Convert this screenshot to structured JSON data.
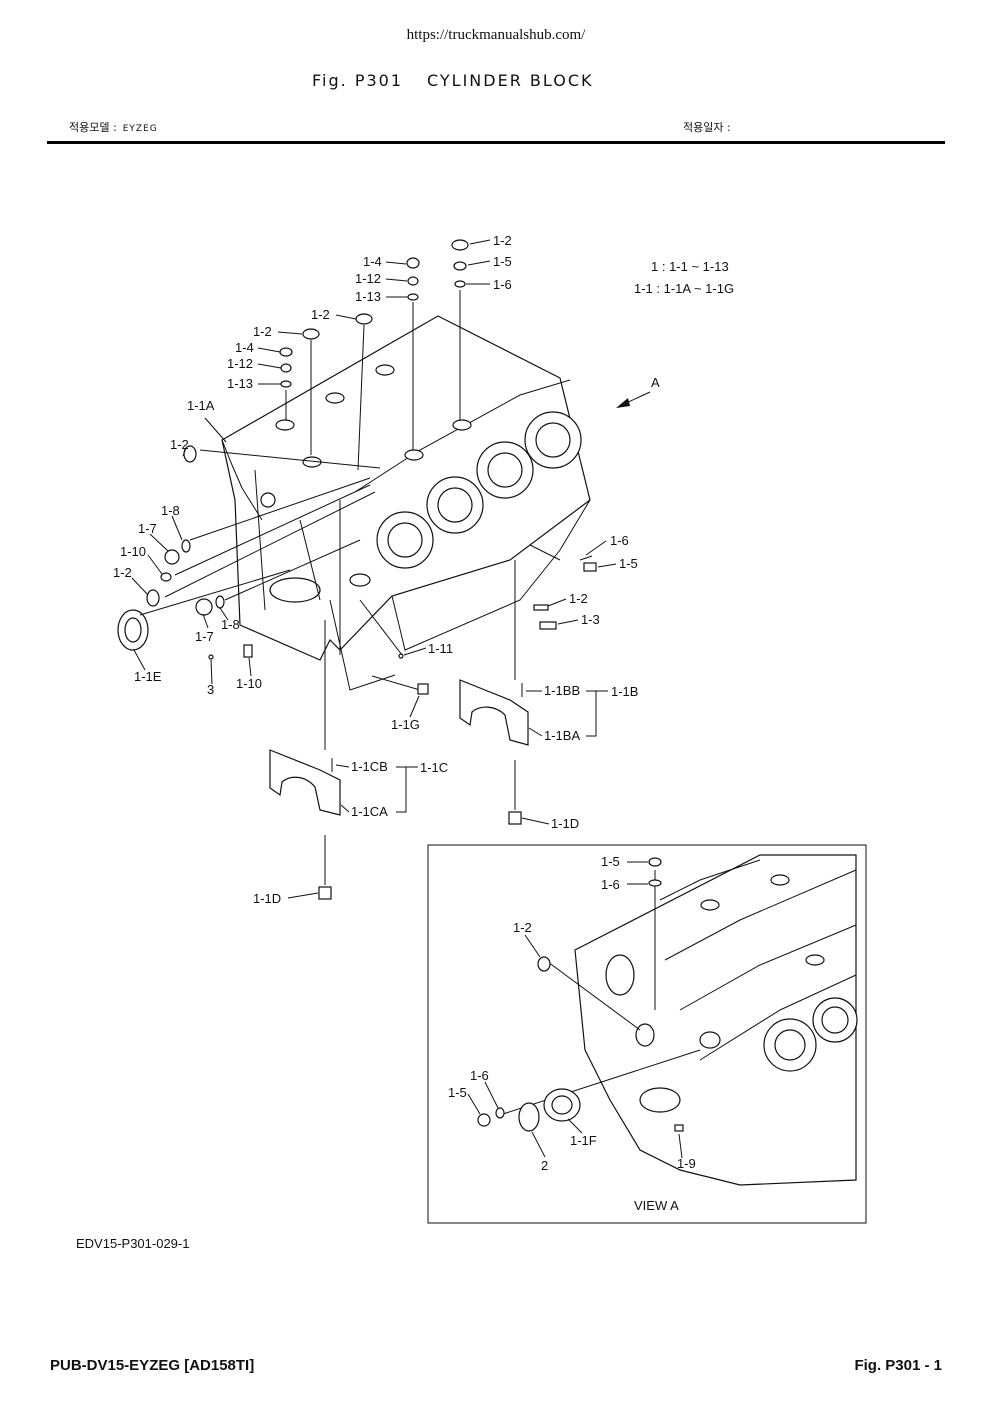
{
  "header": {
    "url": "https://truckmanualshub.com/",
    "fig_number": "Fig. P301",
    "fig_title": "CYLINDER BLOCK",
    "model_label": "적용모델 :",
    "model_value": "EYZEG",
    "date_label": "적용일자 :"
  },
  "diagram": {
    "legend_line1": "1  : 1-1 ~ 1-13",
    "legend_line2": "1-1   : 1-1A ~ 1-1G",
    "view_arrow_label": "A",
    "view_box_title": "VIEW A",
    "callouts": {
      "c1": "1-2",
      "c2": "1-5",
      "c3": "1-6",
      "c4": "1-4",
      "c5": "1-12",
      "c6": "1-13",
      "c7": "1-2",
      "c8": "1-2",
      "c9": "1-4",
      "c10": "1-12",
      "c11": "1-13",
      "c12": "1-1A",
      "c13": "1-2",
      "c14": "1-8",
      "c15": "1-7",
      "c16": "1-10",
      "c17": "1-2",
      "c18": "1-7",
      "c19": "1-8",
      "c20": "1-1E",
      "c21": "3",
      "c22": "1-10",
      "c23": "1-11",
      "c24": "1-1G",
      "c25": "1-6",
      "c26": "1-5",
      "c27": "1-2",
      "c28": "1-3",
      "c29": "1-1BB",
      "c30": "1-1B",
      "c31": "1-1BA",
      "c32": "1-1CB",
      "c33": "1-1C",
      "c34": "1-1CA",
      "c35": "1-1D",
      "c36": "1-1D"
    },
    "view_callouts": {
      "v1": "1-5",
      "v2": "1-6",
      "v3": "1-2",
      "v4": "1-6",
      "v5": "1-5",
      "v6": "1-1F",
      "v7": "2",
      "v8": "1-9"
    }
  },
  "drawing_id": "EDV15-P301-029-1",
  "footer": {
    "publication": "PUB-DV15-EYZEG [AD158TI]",
    "page": "Fig. P301 - 1"
  }
}
